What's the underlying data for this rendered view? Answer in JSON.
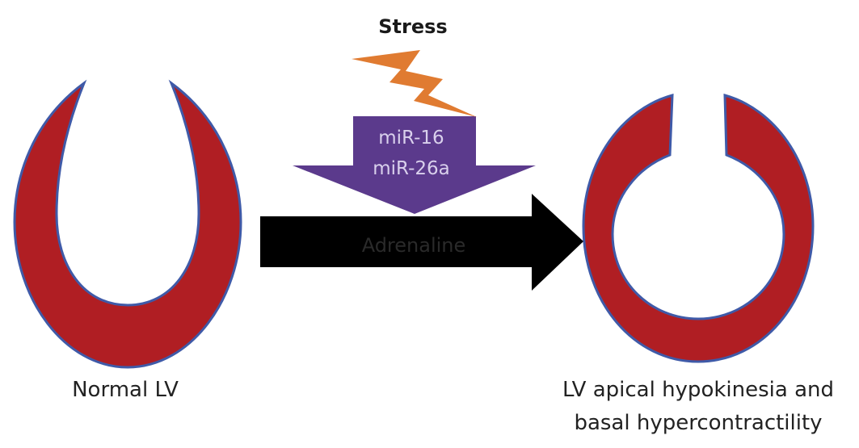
{
  "stress": {
    "label": "Stress",
    "icon": "lightning-bolt-icon",
    "color": "#e07b31"
  },
  "mirna_arrow": {
    "line1": "miR-16",
    "line2": "miR-26a",
    "color": "#5b3a8c",
    "text_color": "#d9d0ec"
  },
  "adrenaline_arrow": {
    "label": "Adrenaline",
    "color": "#000000",
    "text_color": "#2a2a2a"
  },
  "normal_lv": {
    "label": "Normal LV",
    "fill_color": "#b01e23",
    "outline_color": "#3f5aa8"
  },
  "abnormal_lv": {
    "label_line1": "LV apical hypokinesia and",
    "label_line2": "basal hypercontractility",
    "fill_color": "#b01e23",
    "outline_color": "#3f5aa8"
  }
}
